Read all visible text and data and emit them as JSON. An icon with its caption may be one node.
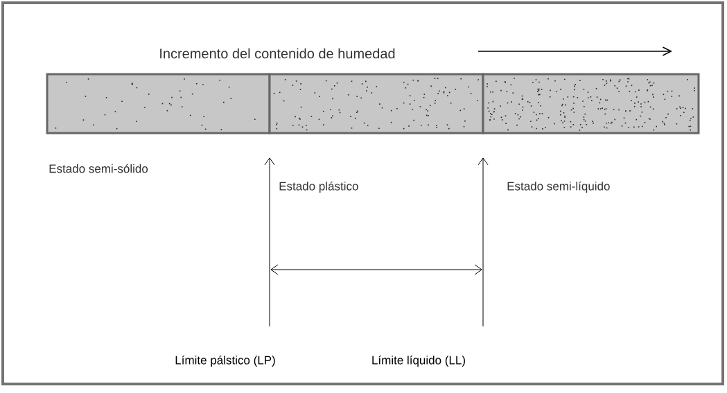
{
  "diagram": {
    "nodes": [
      {
        "text": [],
        "shape": "bar"
      },
      {
        "text": [],
        "shape": "bar"
      },
      {
        "text": [],
        "shape": "bar"
      },
      {
        "text": [
          "Límite pálstico (LP)"
        ]
      },
      {
        "text": [
          "Límite líquido (LL)"
        ]
      }
    ],
    "edges": [
      {
        "from": 3,
        "to": null,
        "arrow": "to"
      },
      {
        "from": 4,
        "to": null,
        "arrow": "to"
      }
    ],
    "labels": [
      "Incremento del contenido de humedad",
      "Estado semi-sólido",
      "Estado plástico",
      "Estado semi-líquido"
    ]
  }
}
